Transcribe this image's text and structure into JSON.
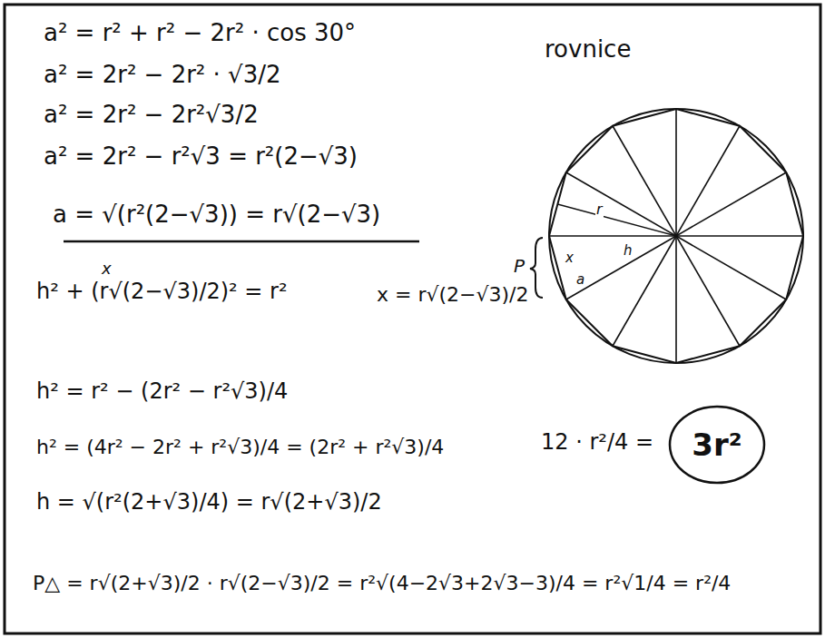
{
  "diagram": {
    "nodes": [
      {
        "text": [
          "3r²"
        ]
      }
    ],
    "labels": [
      "a² = r² + r² − 2r² · cos 30°",
      "a² = 2r² − 2r² · √3/2",
      "a² = 2r² − 2r²√3/2",
      "a² = 2r² − r²√3 = r²(2−√3)",
      "a = √(r²(2−√3)) = r√(2−√3)",
      "x",
      "h² + (r√(2−√3)/2)² = r²",
      "x = r√(2−√3)/2",
      "h² = r² − (2r² − r²√3)/4",
      "h² = (4r² − 2r² + r²√3)/4 = (2r² + r²√3)/4",
      "h = √(r²(2+√3)/4) = r√(2+√3)/2",
      "P△ = r√(2+√3)/2 · r√(2−√3)/2 = r²√(4−2√3+2√3−3)/4 = r²√1/4 = r²/4",
      "rovnice",
      "12 · r²/4 =",
      "r",
      "h",
      "x",
      "a",
      "P"
    ]
  }
}
